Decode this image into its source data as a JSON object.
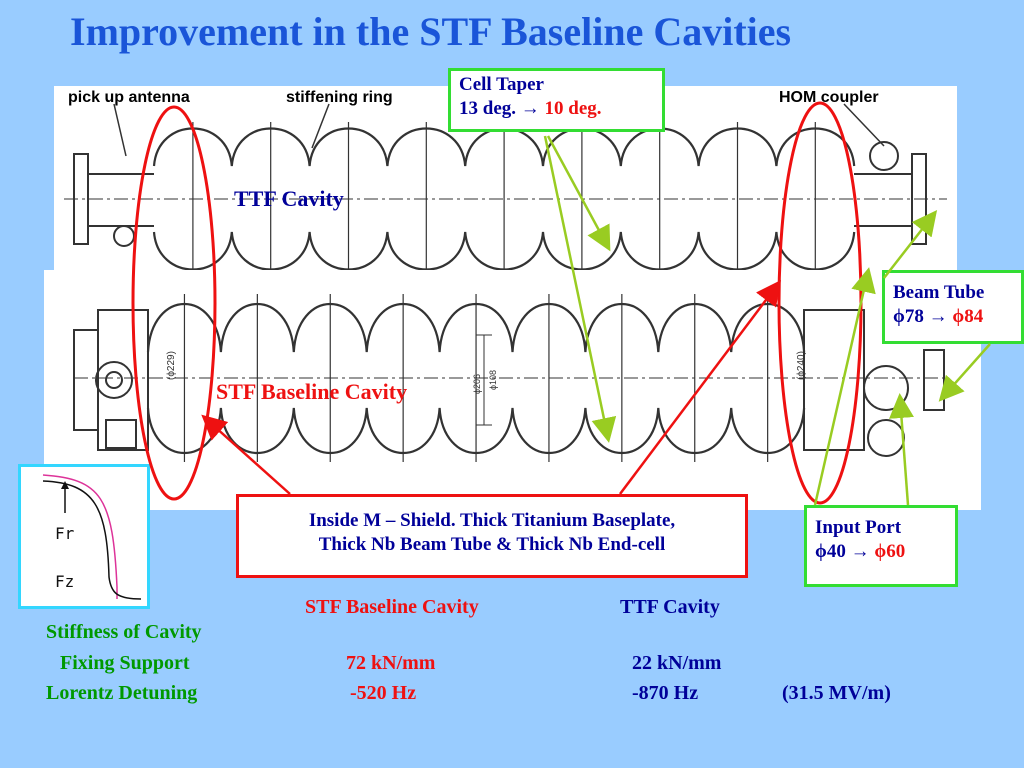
{
  "title": "Improvement in the STF Baseline Cavities",
  "ttf_panel": {
    "labels": {
      "pickup": "pick up antenna",
      "stiffening": "stiffening ring",
      "hom": "HOM coupler"
    },
    "cavity_label": "TTF Cavity"
  },
  "stf_panel": {
    "cavity_label": "STF Baseline Cavity",
    "dims": {
      "d1": "(ϕ229)",
      "d2": "(ϕ240)",
      "d3": "ϕ206",
      "d4": "ϕ108"
    }
  },
  "cell_taper": {
    "title": "Cell Taper",
    "from": "13 deg. →",
    "to": "10 deg."
  },
  "beam_tube": {
    "title": "Beam Tube",
    "from": "ϕ78 →",
    "to": "ϕ84"
  },
  "input_port": {
    "title": "Input Port",
    "from": "ϕ40 →",
    "to": "ϕ60"
  },
  "shield_note": {
    "line1": "Inside M – Shield.  Thick Titanium Baseplate,",
    "line2": "Thick Nb Beam Tube & Thick Nb End-cell"
  },
  "inset": {
    "fr": "Fr",
    "fz": "Fz"
  },
  "comparison": {
    "col_stf": "STF Baseline Cavity",
    "col_ttf": "TTF Cavity",
    "row1_label": "Stiffness of Cavity",
    "row2_label": "Fixing Support",
    "row2_stf": "72 kN/mm",
    "row2_ttf": "22 kN/mm",
    "row3_label": "Lorentz Detuning",
    "row3_stf": "-520 Hz",
    "row3_ttf": "-870 Hz",
    "row3_note": "(31.5 MV/m)"
  },
  "colors": {
    "background": "#99ccff",
    "title": "#1a55d8",
    "highlight_red": "#ee1111",
    "box_green": "#33dd33",
    "arrow_green": "#99cc22",
    "text_blue": "#000099",
    "text_green": "#009900",
    "inset_border": "#33d6ff"
  }
}
